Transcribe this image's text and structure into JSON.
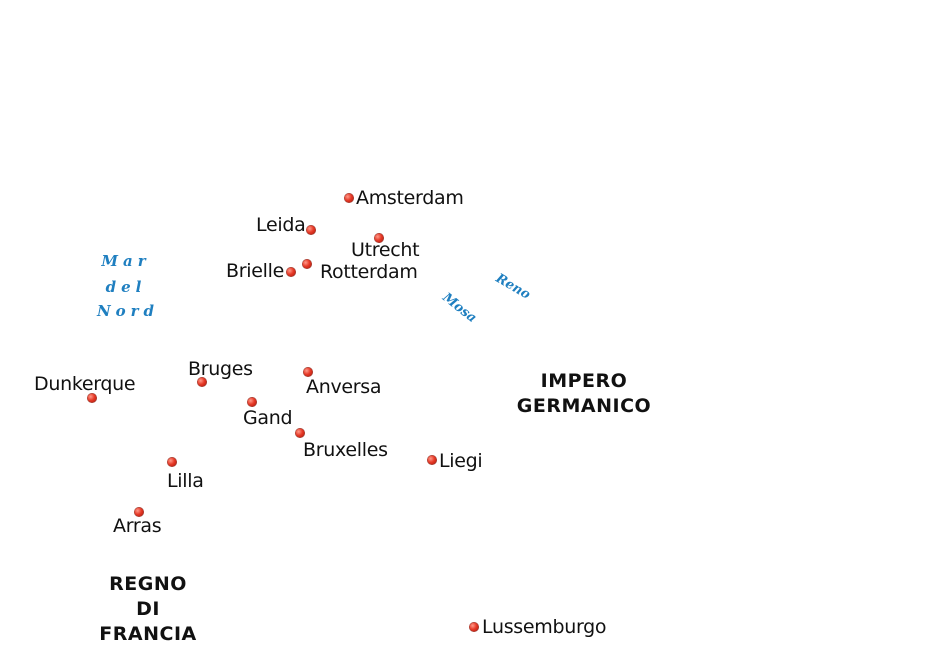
{
  "map": {
    "cities": {
      "amsterdam": "Amsterdam",
      "leida": "Leida",
      "utrecht": "Utrecht",
      "brielle": "Brielle",
      "rotterdam": "Rotterdam",
      "bruges": "Bruges",
      "dunkerque": "Dunkerque",
      "anversa": "Anversa",
      "gand": "Gand",
      "bruxelles": "Bruxelles",
      "liegi": "Liegi",
      "lilla": "Lilla",
      "arras": "Arras",
      "lussemburgo": "Lussemburgo"
    },
    "regions": {
      "impero_line1": "IMPERO",
      "impero_line2": "GERMANICO",
      "regno_line1": "REGNO",
      "regno_line2": "DI",
      "regno_line3": "FRANCIA"
    },
    "water": {
      "sea_line1": "Mar",
      "sea_line2": "del",
      "sea_line3": "Nord",
      "river_mosa": "Mosa",
      "river_reno": "Reno"
    },
    "colors": {
      "marker": "#e63a28",
      "water_text": "#1f7fc0",
      "text": "#111111",
      "background": "#ffffff"
    }
  }
}
